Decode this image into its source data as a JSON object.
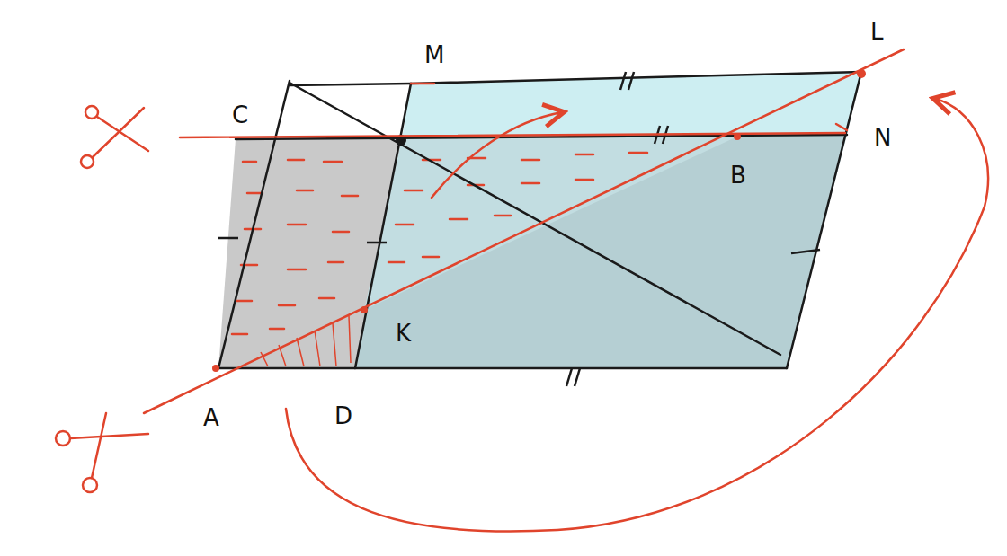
{
  "diagram": {
    "labels": [
      "M",
      "L",
      "C",
      "N",
      "B",
      "K",
      "A",
      "D"
    ]
  }
}
